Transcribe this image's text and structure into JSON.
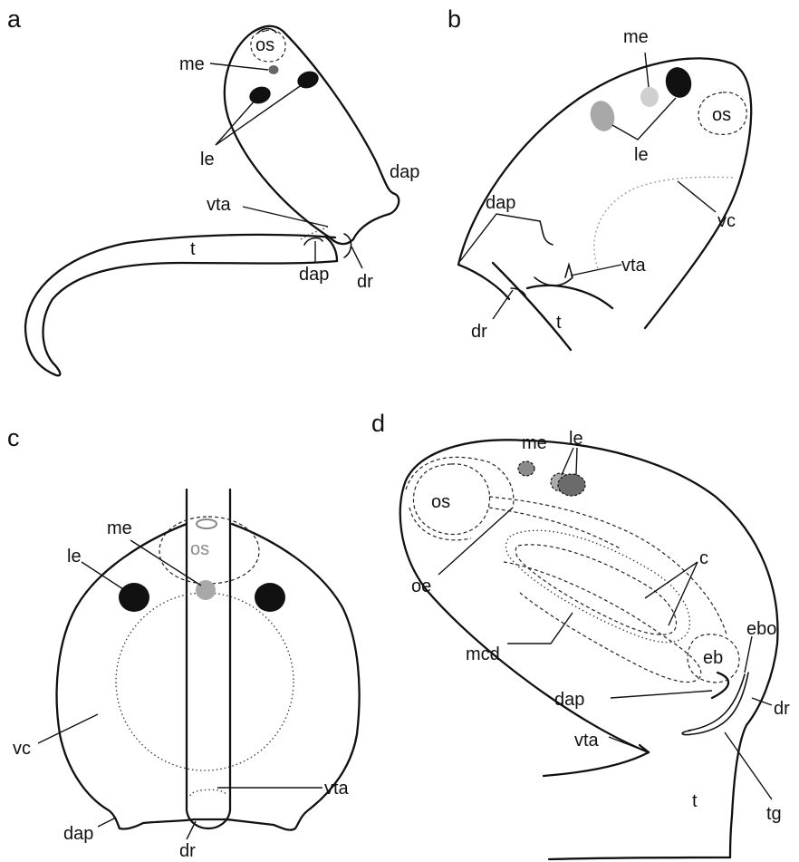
{
  "colors": {
    "outline": "#111111",
    "lateral_eye_black": "#111111",
    "lateral_eye_gray": "#a8a8a8",
    "median_eye_dark": "#666666",
    "median_eye_light": "#cfcfcf",
    "le_d_fill": "#6b6b6b",
    "me_d_fill": "#8a8a8a",
    "os_c_text": "#8c8c8c"
  },
  "panels": {
    "a": {
      "letter": "a",
      "labels": {
        "os": "os",
        "me": "me",
        "le": "le",
        "dap_top": "dap",
        "vta": "vta",
        "t": "t",
        "dap_bottom": "dap",
        "dr": "dr"
      }
    },
    "b": {
      "letter": "b",
      "labels": {
        "me": "me",
        "os": "os",
        "le": "le",
        "dap": "dap",
        "vc": "vc",
        "vta": "vta",
        "dr": "dr",
        "t": "t"
      }
    },
    "c": {
      "letter": "c",
      "labels": {
        "os": "os",
        "me": "me",
        "le": "le",
        "vc": "vc",
        "vta": "vta",
        "dap": "dap",
        "dr": "dr"
      }
    },
    "d": {
      "letter": "d",
      "labels": {
        "me": "me",
        "le": "le",
        "os": "os",
        "c": "c",
        "oe": "oe",
        "mcd": "mcd",
        "eb": "eb",
        "ebo": "ebo",
        "dap": "dap",
        "dr": "dr",
        "vta": "vta",
        "t": "t",
        "tg": "tg"
      }
    }
  }
}
